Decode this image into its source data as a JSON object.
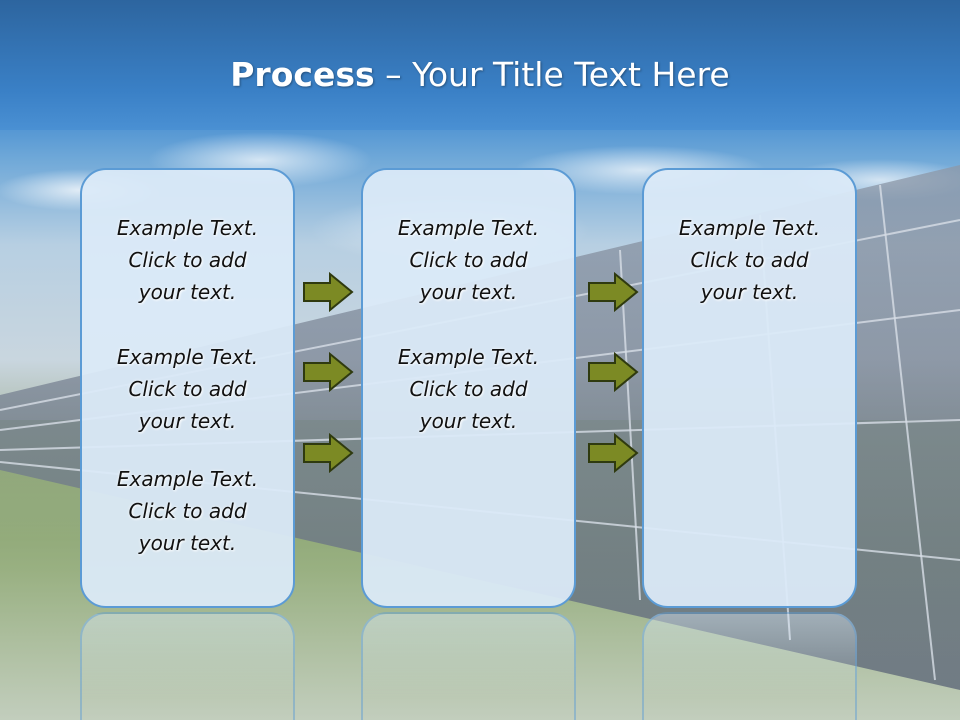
{
  "title": {
    "bold": "Process",
    "rest": " – Your Title Text Here"
  },
  "colors": {
    "panel_border": "#5b9bd5",
    "panel_fill": "#dbeaf8",
    "arrow_fill": "#7c8a24",
    "arrow_stroke": "#2f3a0f"
  },
  "panels": [
    {
      "blocks": [
        {
          "lines": [
            "Example Text.",
            "Click  to add",
            "your text."
          ]
        },
        {
          "lines": [
            "Example Text.",
            "Click  to add",
            "your text."
          ]
        },
        {
          "lines": [
            "Example Text.",
            "Click  to add",
            "your text."
          ]
        }
      ]
    },
    {
      "blocks": [
        {
          "lines": [
            "Example Text.",
            "Click  to add",
            "your text."
          ]
        },
        {
          "lines": [
            "Example Text.",
            "Click  to add",
            "your text."
          ]
        }
      ]
    },
    {
      "blocks": [
        {
          "lines": [
            "Example Text.",
            "Click  to add",
            "your text."
          ]
        }
      ]
    }
  ],
  "arrows": [
    "right-arrow-icon",
    "right-arrow-icon",
    "right-arrow-icon",
    "right-arrow-icon",
    "right-arrow-icon",
    "right-arrow-icon"
  ]
}
